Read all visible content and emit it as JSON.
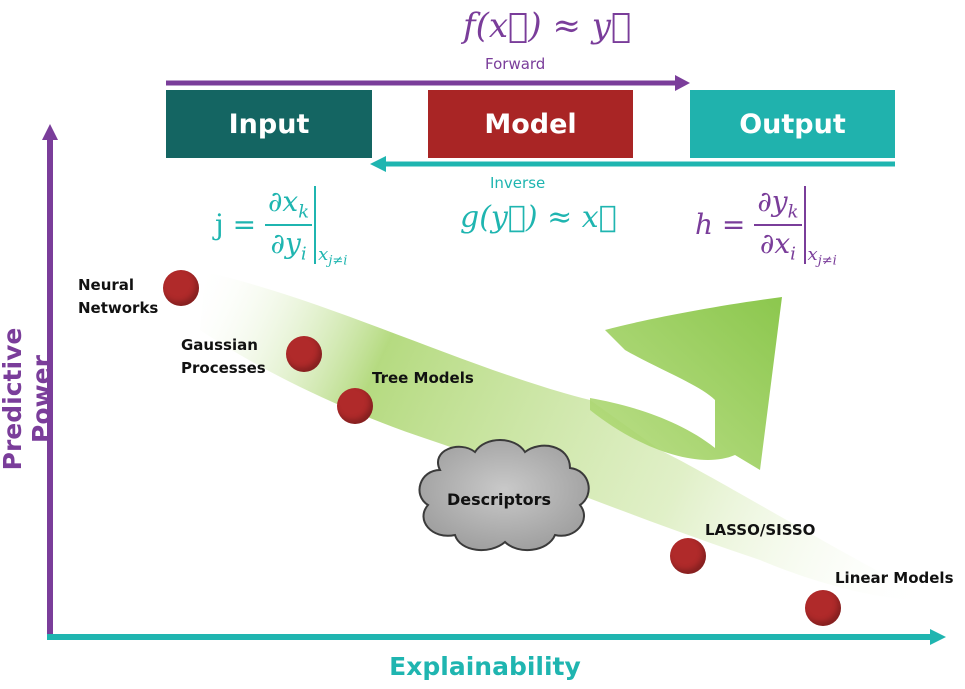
{
  "colors": {
    "purple": "#7a3d9a",
    "teal": "#1fb5b0",
    "input_box": "#146562",
    "model_box": "#a92525",
    "output_box": "#20b2ad",
    "dot": "#b02a2a",
    "trend_arrow": "#8cc63f"
  },
  "forward_equation": "f(x⃗) ≈ y⃗",
  "forward_label": "Forward",
  "boxes": {
    "input": "Input",
    "model": "Model",
    "output": "Output"
  },
  "inverse_label": "Inverse",
  "inverse_equation": "g(y⃗) ≈ x⃗",
  "jacobian": {
    "lhs": "j =",
    "numerator": "∂x",
    "numerator_sub": "k",
    "denominator": "∂y",
    "denominator_sub": "i",
    "eval_sub": "x",
    "eval_sub_sub": "j≠i"
  },
  "sensitivity": {
    "lhs": "h =",
    "numerator": "∂y",
    "numerator_sub": "k",
    "denominator": "∂x",
    "denominator_sub": "i",
    "eval_sub": "x",
    "eval_sub_sub": "j≠i"
  },
  "models": [
    {
      "label_line1": "Neural",
      "label_line2": "Networks"
    },
    {
      "label_line1": "Gaussian",
      "label_line2": "Processes"
    },
    {
      "label_line1": "Tree Models",
      "label_line2": ""
    },
    {
      "label_line1": "LASSO/SISSO",
      "label_line2": ""
    },
    {
      "label_line1": "Linear Models",
      "label_line2": ""
    }
  ],
  "cloud_label": "Descriptors",
  "y_axis_title": "Predictive Power",
  "x_axis_title": "Explainability"
}
